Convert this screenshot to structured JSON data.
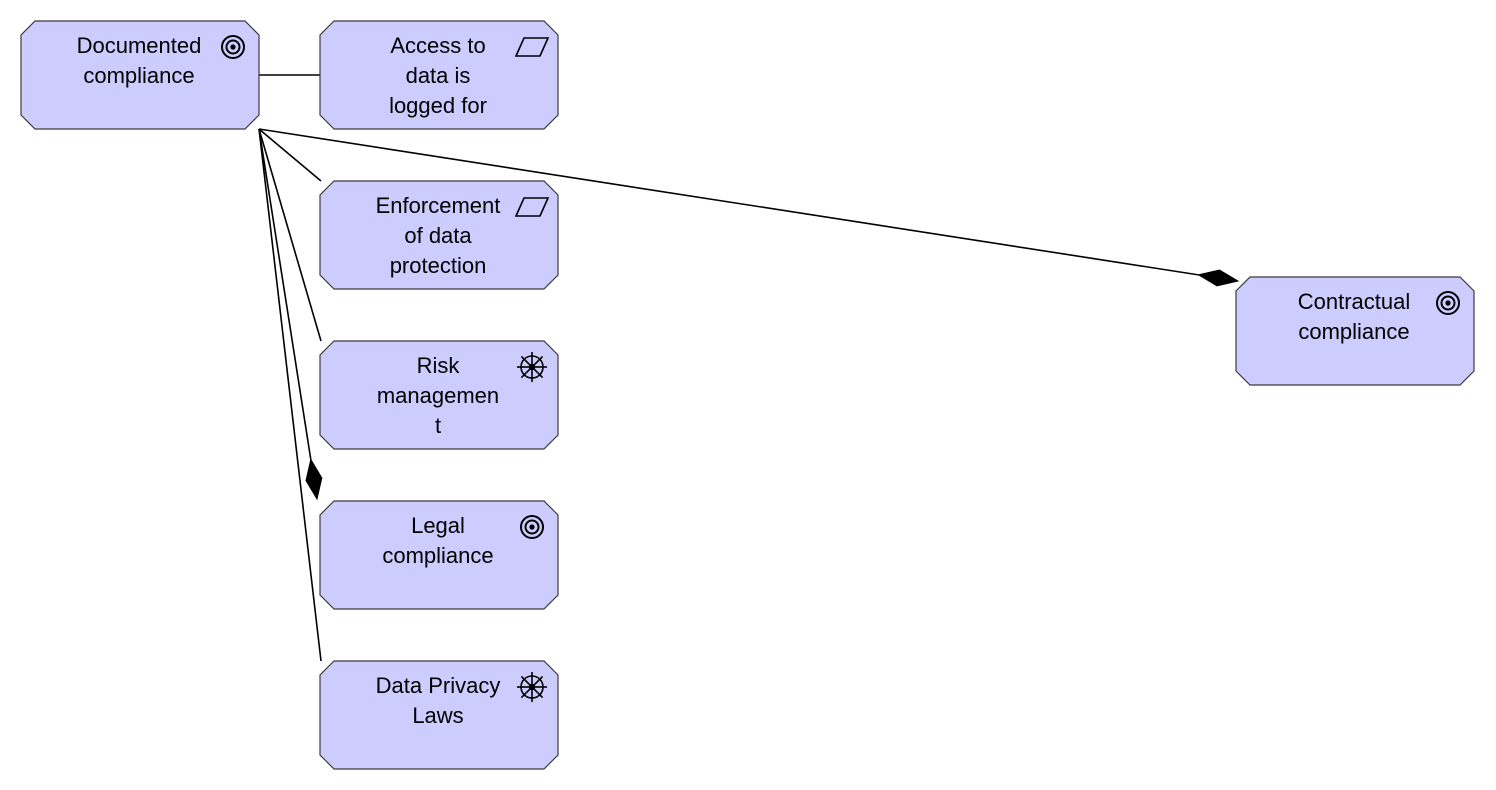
{
  "colors": {
    "node_fill": "#ccccff",
    "node_stroke": "#3b3b3b",
    "edge": "#000000",
    "background": "#ffffff"
  },
  "nodes": [
    {
      "id": "documented-compliance",
      "lines": [
        "Documented",
        "compliance"
      ],
      "icon": "goal-icon"
    },
    {
      "id": "access-logged",
      "lines": [
        "Access to",
        "data is",
        "logged for"
      ],
      "icon": "requirement-icon"
    },
    {
      "id": "enforcement",
      "lines": [
        "Enforcement",
        "of data",
        "protection"
      ],
      "icon": "requirement-icon"
    },
    {
      "id": "risk-management",
      "lines": [
        "Risk",
        "managemen",
        "t"
      ],
      "icon": "driver-icon"
    },
    {
      "id": "legal-compliance",
      "lines": [
        "Legal",
        "compliance"
      ],
      "icon": "goal-icon"
    },
    {
      "id": "data-privacy-laws",
      "lines": [
        "Data Privacy",
        "Laws"
      ],
      "icon": "driver-icon"
    },
    {
      "id": "contractual-compliance",
      "lines": [
        "Contractual",
        "compliance"
      ],
      "icon": "goal-icon"
    }
  ],
  "edges": [
    {
      "from": "documented-compliance",
      "to": "access-logged",
      "type": "association"
    },
    {
      "from": "documented-compliance",
      "to": "enforcement",
      "type": "association"
    },
    {
      "from": "documented-compliance",
      "to": "risk-management",
      "type": "association"
    },
    {
      "from": "documented-compliance",
      "to": "legal-compliance",
      "type": "composition"
    },
    {
      "from": "documented-compliance",
      "to": "data-privacy-laws",
      "type": "association"
    },
    {
      "from": "documented-compliance",
      "to": "contractual-compliance",
      "type": "composition"
    }
  ]
}
